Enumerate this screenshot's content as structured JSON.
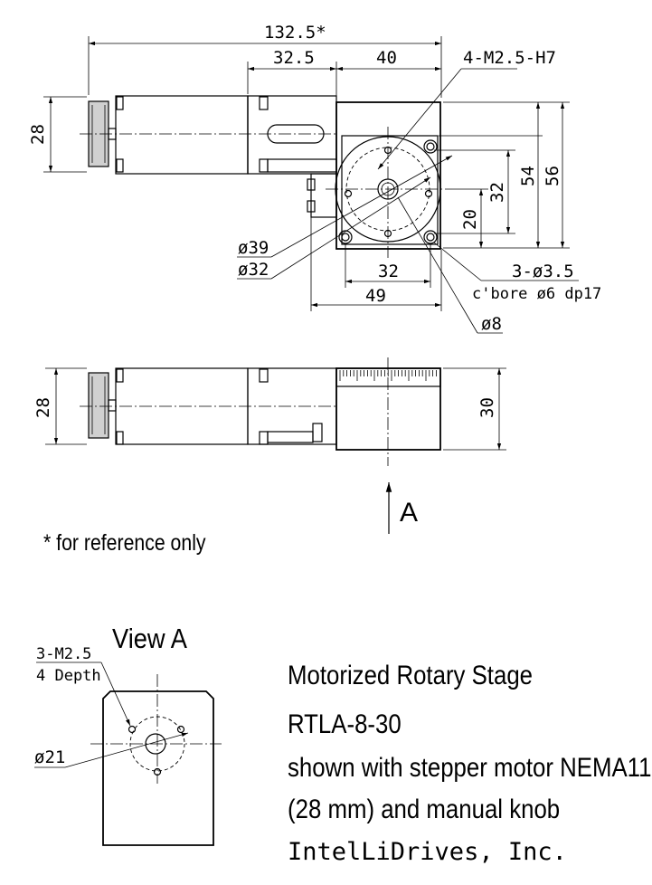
{
  "top_view": {
    "dim_overall": "132.5*",
    "dim_motor_section": "32.5",
    "dim_stage_width": "40",
    "thread_callout": "4-M2.5-H7",
    "dim_height_left": "28",
    "dim_54": "54",
    "dim_56": "56",
    "dim_32_vertical": "32",
    "dim_20": "20",
    "dia_39": "ø39",
    "dia_32": "ø32",
    "dim_32_horizontal": "32",
    "dim_49": "49",
    "hole_callout": "3-ø3.5",
    "cbore_callout": "c'bore ø6 dp17",
    "dia_8": "ø8"
  },
  "side_view": {
    "dim_height_left": "28",
    "dim_height_right": "30",
    "view_arrow_label": "A"
  },
  "note": "* for reference only",
  "view_a": {
    "title": "View A",
    "thread_callout_line1": "3-M2.5",
    "thread_callout_line2": "4 Depth",
    "dia_21": "ø21"
  },
  "title_block": {
    "line1": "Motorized Rotary Stage",
    "line2": "RTLA-8-30",
    "line3": "shown with stepper motor NEMA11",
    "line4": "(28 mm) and manual knob",
    "company": "IntelLiDrives, Inc."
  }
}
